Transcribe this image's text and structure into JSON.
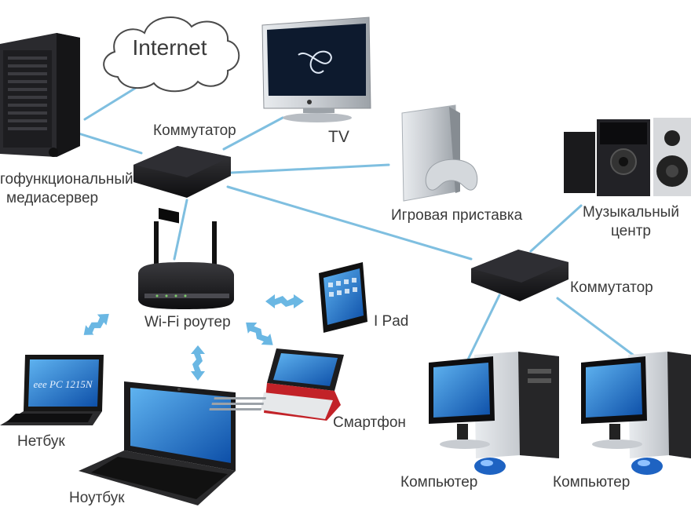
{
  "nodes": {
    "internet": {
      "label": "Internet"
    },
    "media_server": {
      "label_line1": "гофункциональный",
      "label_line2": "медиасервер"
    },
    "tv": {
      "label": "TV"
    },
    "switch_top": {
      "label": "Коммутатор"
    },
    "game_console": {
      "label": "Игровая приставка"
    },
    "music_center": {
      "label_line1": "Музыкальный",
      "label_line2": "центр"
    },
    "switch_right": {
      "label": "Коммутатор"
    },
    "wifi_router": {
      "label": "Wi-Fi роутер"
    },
    "ipad": {
      "label": "I Pad"
    },
    "netbook": {
      "label": "Нетбук",
      "screen_text": "eee PC 1215N"
    },
    "laptop": {
      "label": "Ноутбук"
    },
    "smartphone": {
      "label": "Смартфон"
    },
    "computer_1": {
      "label": "Компьютер"
    },
    "computer_2": {
      "label": "Компьютер"
    }
  },
  "colors": {
    "link": "#7fbfe0",
    "wireless": "#6ab7e3",
    "label": "#3a3a3a",
    "device_dark": "#1c1c1e",
    "screen_blue": "#1f6fc8"
  }
}
